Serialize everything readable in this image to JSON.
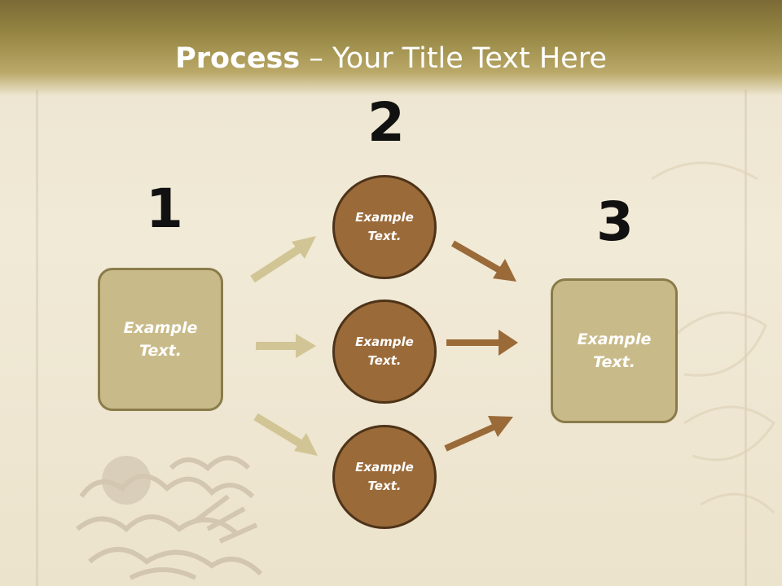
{
  "title": {
    "bold": "Process",
    "rest": " – Your Title Text Here"
  },
  "steps": {
    "one": "1",
    "two": "2",
    "three": "3"
  },
  "boxes": {
    "left": "Example Text.",
    "right": "Example Text."
  },
  "circles": {
    "top": "Example Text.",
    "middle": "Example Text.",
    "bottom": "Example Text."
  },
  "colors": {
    "box_fill": "#c9bb89",
    "circle_fill": "#9a6a39",
    "light_arrow": "#d2c595",
    "dark_arrow": "#9a6a39",
    "header": "#968643"
  }
}
